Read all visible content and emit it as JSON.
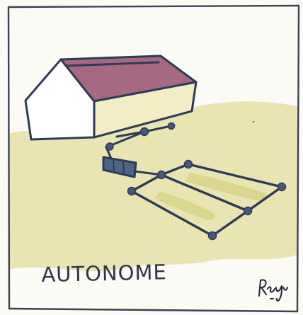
{
  "illustration": {
    "caption": "AUTONOME",
    "colors": {
      "ink": "#2f3a55",
      "roof": "#a56a82",
      "wash": "#e6e2a8",
      "paper": "#fbfaf4"
    },
    "depicts": [
      "house",
      "pipe",
      "septic-tank",
      "drain-field"
    ]
  }
}
